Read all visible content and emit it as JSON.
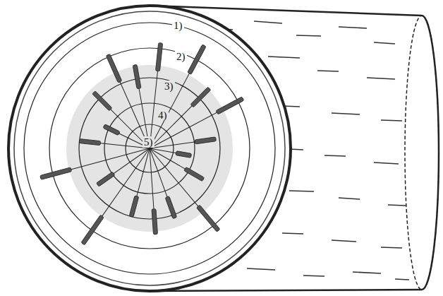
{
  "diagram": {
    "labels": [
      "1)",
      "2)",
      "3)",
      "4)",
      "5)"
    ]
  }
}
